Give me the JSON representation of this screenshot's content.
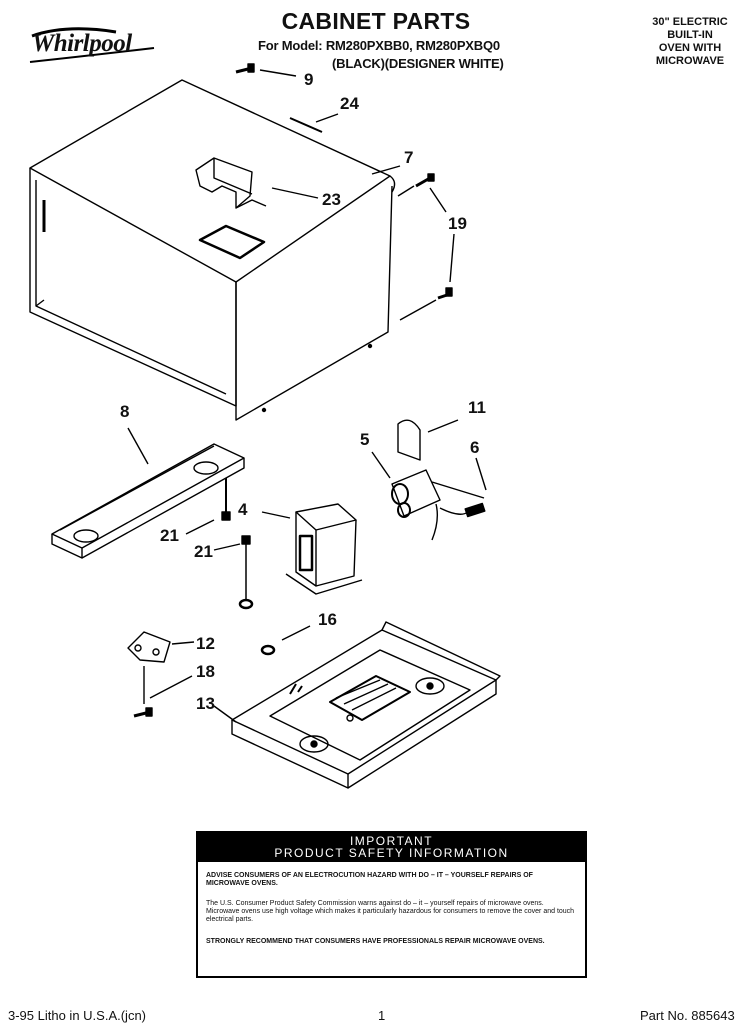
{
  "header": {
    "brand": "Whirlpool",
    "title": "CABINET PARTS",
    "model_line": "For Model: RM280PXBB0, RM280PXBQ0",
    "color_line": "(BLACK)(DESIGNER WHITE)",
    "oven_desc": [
      "30\" ELECTRIC",
      "BUILT-IN",
      "OVEN WITH",
      "MICROWAVE"
    ]
  },
  "callouts": [
    "9",
    "24",
    "7",
    "23",
    "19",
    "8",
    "11",
    "5",
    "6",
    "4",
    "21",
    "21",
    "16",
    "12",
    "18",
    "13"
  ],
  "safety_box": {
    "heading_1": "IMPORTANT",
    "heading_2": "PRODUCT SAFETY INFORMATION",
    "para_1": "ADVISE CONSUMERS OF AN ELECTROCUTION HAZARD WITH DO – IT – YOURSELF REPAIRS OF MICROWAVE OVENS.",
    "para_2": "The U.S. Consumer Product Safety Commission warns against do – it – yourself repairs of microwave ovens. Microwave ovens use high voltage which makes it particularly hazardous for consumers to remove the cover and touch electrical parts.",
    "para_3": "STRONGLY RECOMMEND THAT CONSUMERS HAVE PROFESSIONALS REPAIR MICROWAVE OVENS."
  },
  "footer": {
    "left": "3-95  Litho in U.S.A.(jcn)",
    "page": "1",
    "part_no": "Part No. 885643"
  }
}
